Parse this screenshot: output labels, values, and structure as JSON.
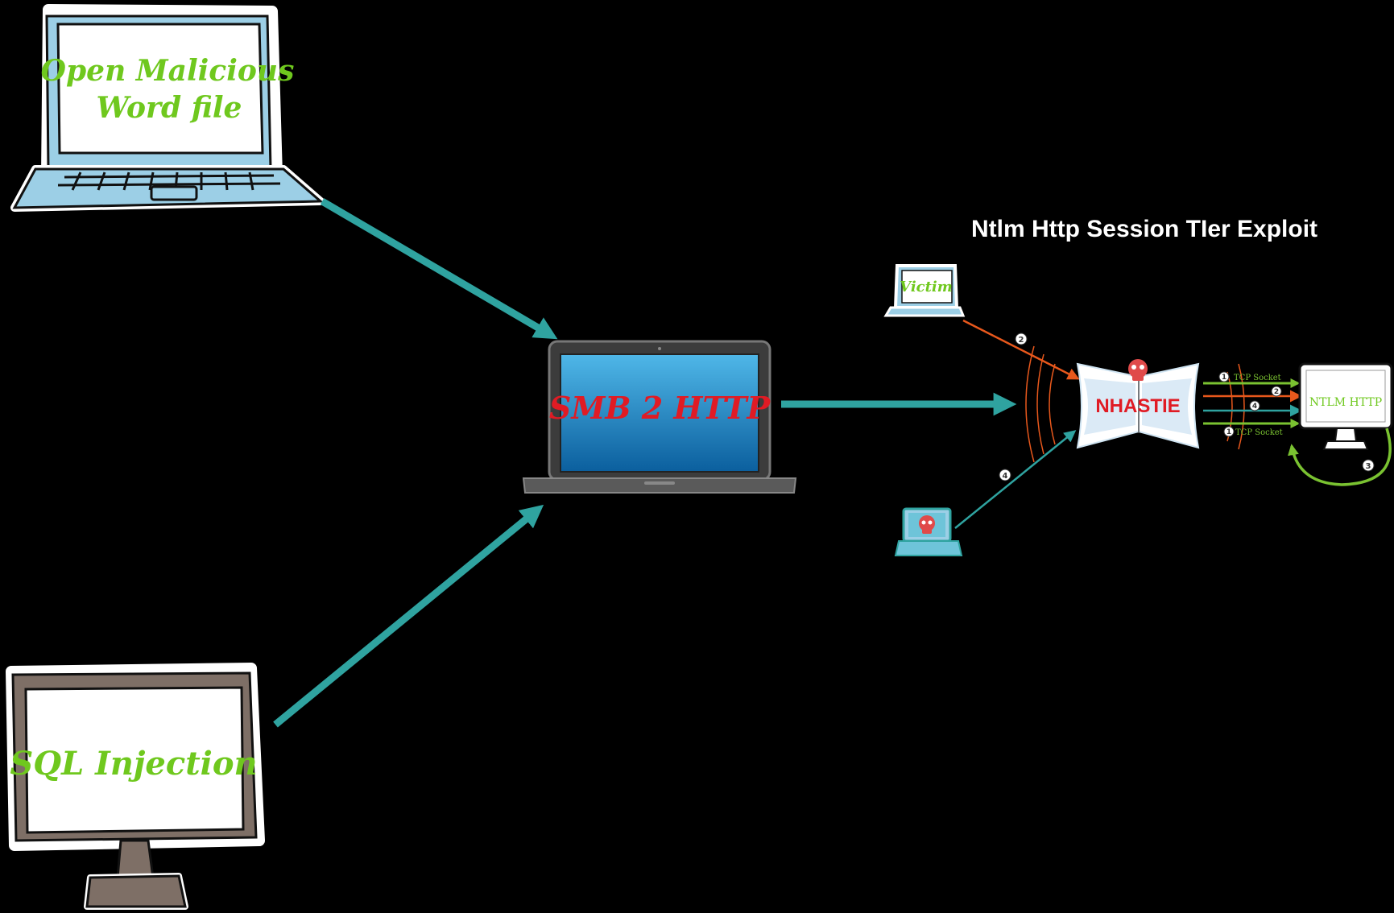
{
  "diagram": {
    "title": "Ntlm Http Session TIer Exploit",
    "nodes": {
      "word_laptop": {
        "label_line1": "Open Malicious",
        "label_line2": "Word file"
      },
      "sql_monitor": {
        "label": "SQL Injection"
      },
      "smb_laptop": {
        "label": "SMB 2 HTTP"
      },
      "victim_laptop": {
        "label": "Victim"
      },
      "attacker_laptop": {
        "label": ""
      },
      "nhastie_relay": {
        "label": "NHASTIE"
      },
      "ntlm_server": {
        "label": "NTLM HTTP"
      }
    },
    "edge_labels": {
      "tcp_socket_top": "TCP Socket",
      "tcp_socket_bottom": "TCP Socket"
    },
    "step_markers": {
      "victim_to_relay": "2",
      "attacker_to_relay": "4",
      "relay_out_1": "1",
      "relay_out_2": "2",
      "relay_out_4": "4",
      "relay_out_1b": "1",
      "server_loop": "3"
    },
    "colors": {
      "background": "#000000",
      "main_arrow": "#2fa3a0",
      "label_green": "#6fc81e",
      "smb_red": "#e01b24",
      "orange": "#e8581c",
      "green_line": "#7ac231"
    },
    "icons": {
      "attacker": "skull-icon",
      "relay": "skull-icon"
    }
  }
}
